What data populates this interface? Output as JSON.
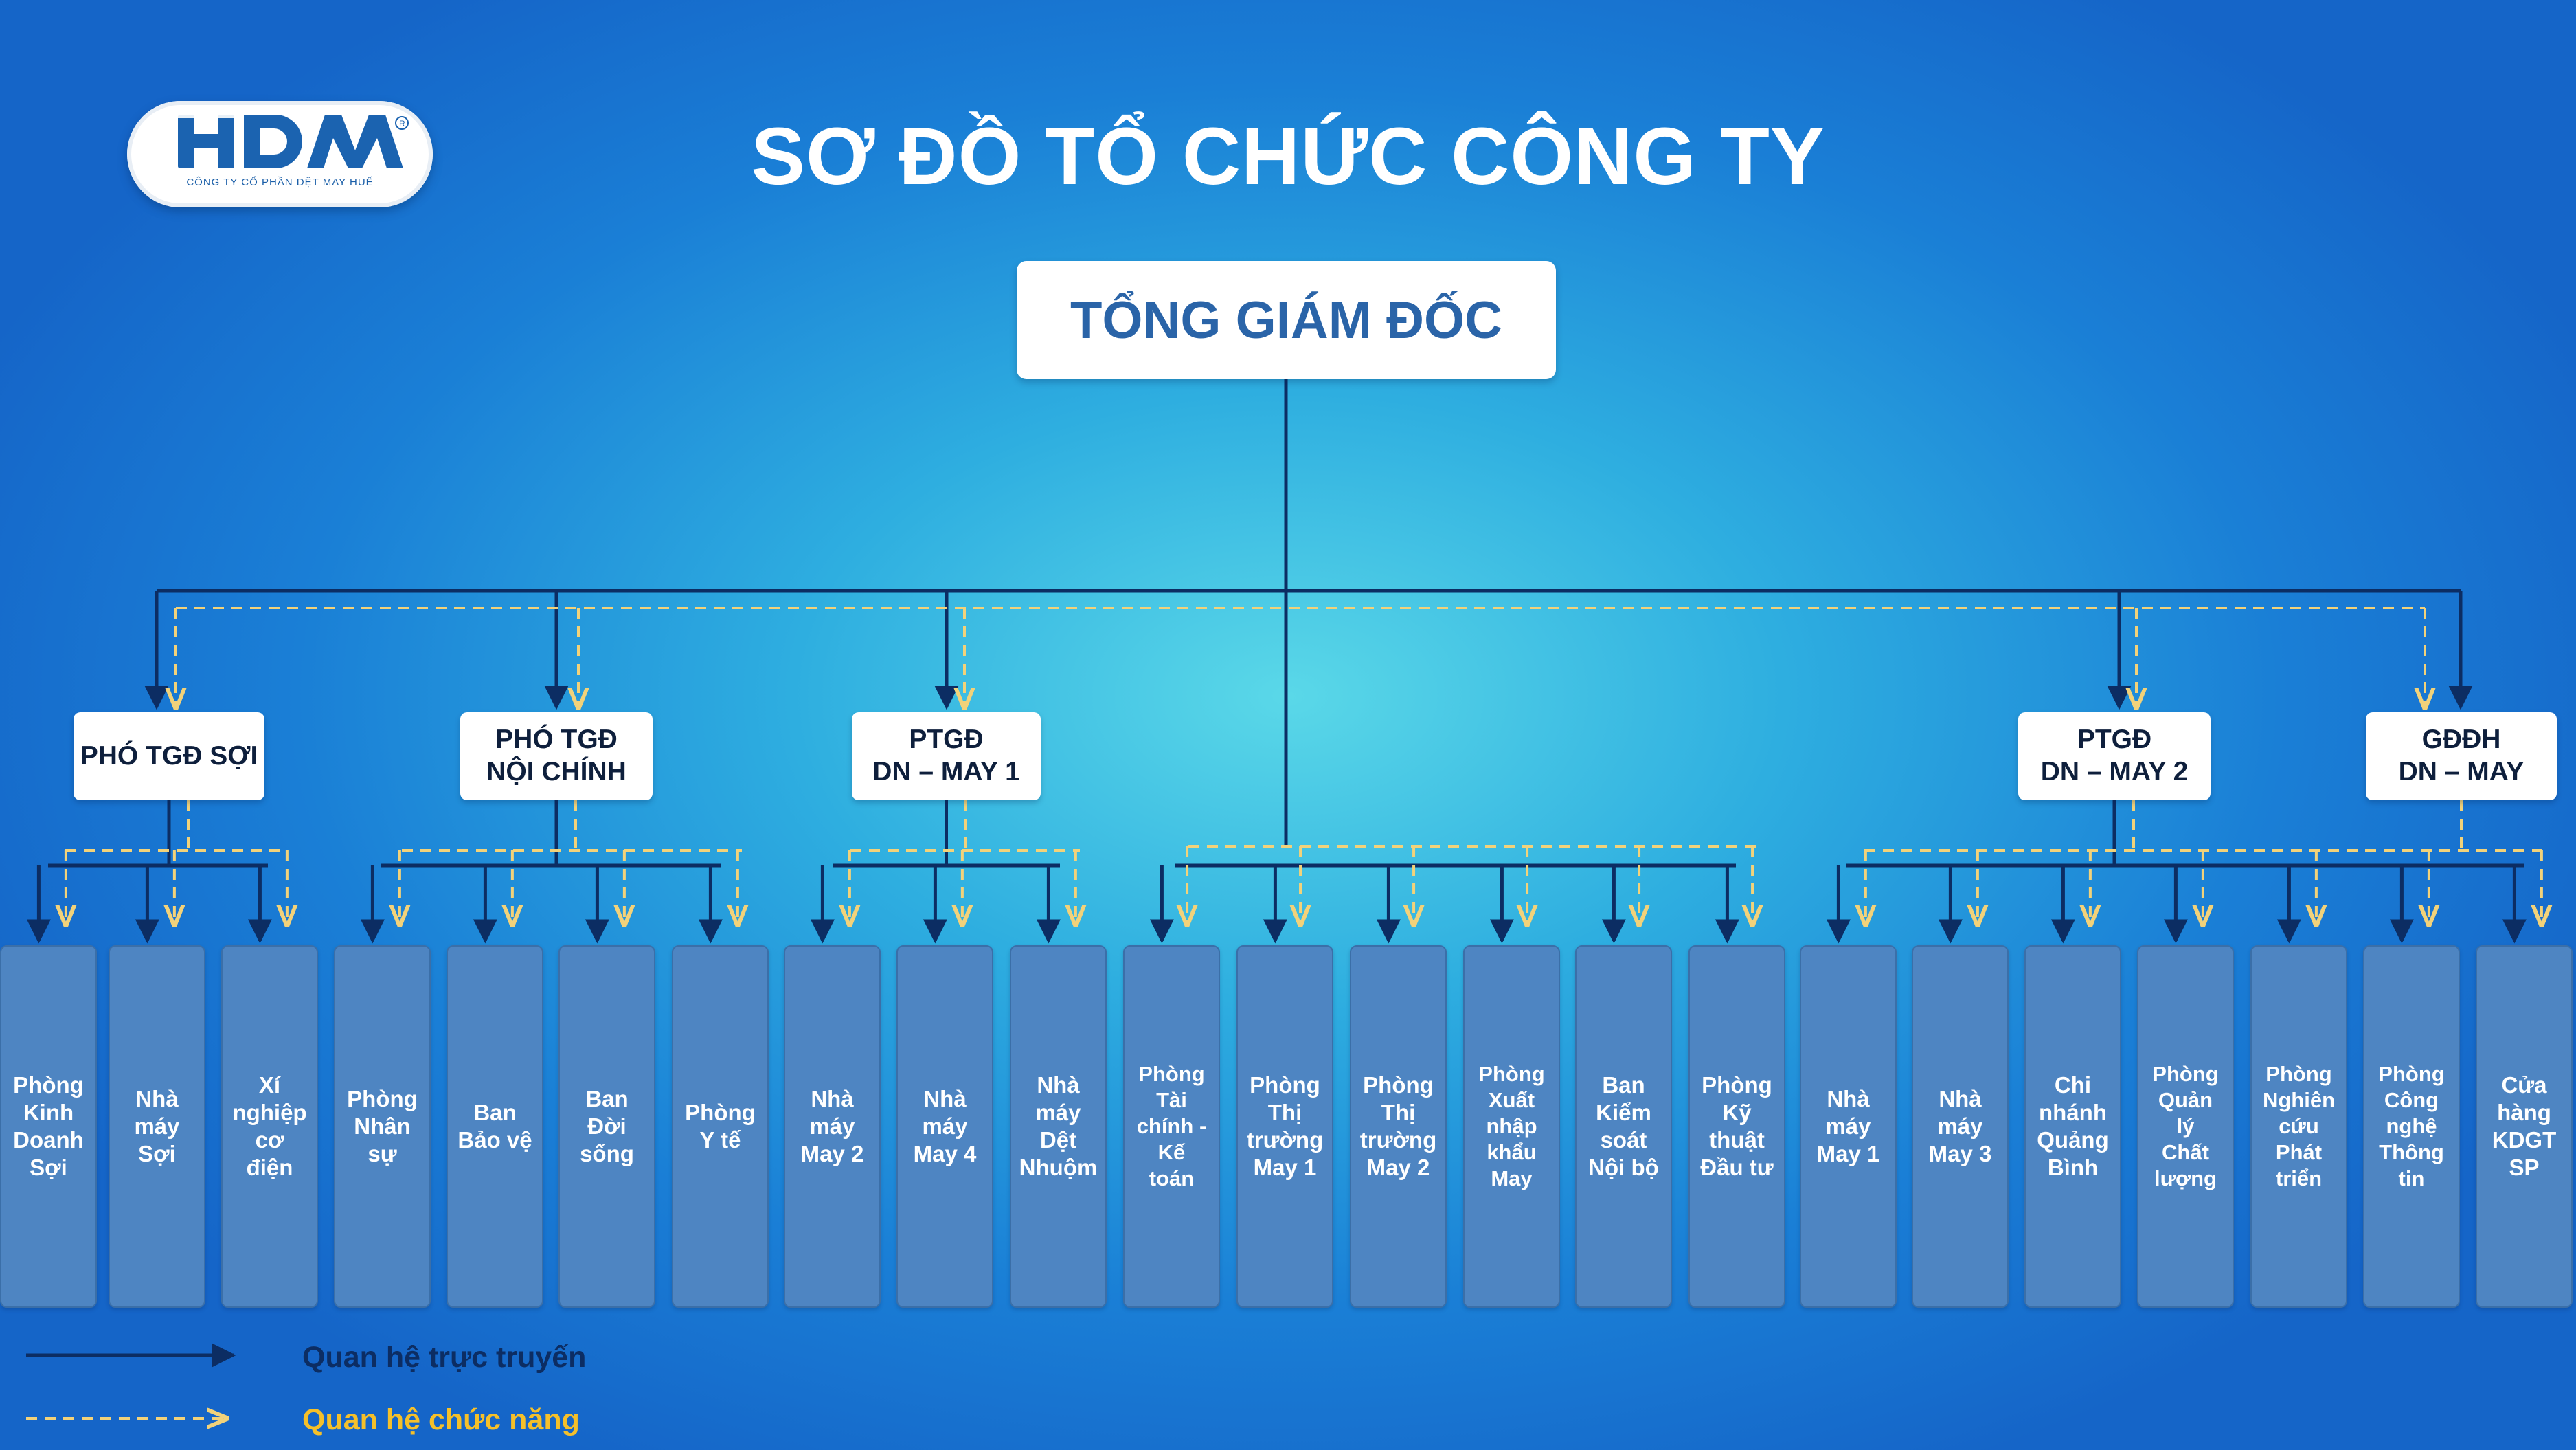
{
  "title": "SƠ ĐỒ TỔ CHỨC CÔNG TY",
  "logo": {
    "mark": "HDM",
    "subtitle": "CÔNG TY CỔ PHẦN DỆT MAY HUẾ"
  },
  "ceo": "TỔNG GIÁM ĐỐC",
  "managers": [
    "PHÓ TGĐ SỢI",
    "PHÓ TGĐ\nNỘI CHÍNH",
    "PTGĐ\nDN – MAY 1",
    "PTGĐ\nDN – MAY 2",
    "GĐĐH\nDN – MAY"
  ],
  "departments": [
    "Phòng\nKinh\nDoanh\nSợi",
    "Nhà\nmáy\nSợi",
    "Xí\nnghiệp\ncơ\nđiện",
    "Phòng\nNhân\nsự",
    "Ban\nBảo vệ",
    "Ban\nĐời\nsống",
    "Phòng\nY tế",
    "Nhà\nmáy\nMay 2",
    "Nhà\nmáy\nMay 4",
    "Nhà\nmáy\nDệt\nNhuộm",
    "Phòng\nTài\nchính -\nKế\ntoán",
    "Phòng\nThị\ntrường\nMay 1",
    "Phòng\nThị\ntrường\nMay 2",
    "Phòng\nXuất\nnhập\nkhẩu\nMay",
    "Ban\nKiểm\nsoát\nNội bộ",
    "Phòng\nKỹ\nthuật\nĐầu tư",
    "Nhà\nmáy\nMay 1",
    "Nhà\nmáy\nMay 3",
    "Chi\nnhánh\nQuảng\nBình",
    "Phòng\nQuản\nlý\nChất\nlượng",
    "Phòng\nNghiên\ncứu\nPhát\ntriển",
    "Phòng\nCông\nnghệ\nThông\ntin",
    "Cửa\nhàng\nKDGT\nSP"
  ],
  "legend": {
    "solid": "Quan hệ trực truyến",
    "dashed": "Quan hệ chức năng"
  },
  "colors": {
    "solid_line": "#0c2d63",
    "dashed_line": "#f2d27a",
    "dept_box": "#4e85c2",
    "legend_solid_text": "#0c2d63",
    "legend_dashed_text": "#f5c02a"
  }
}
